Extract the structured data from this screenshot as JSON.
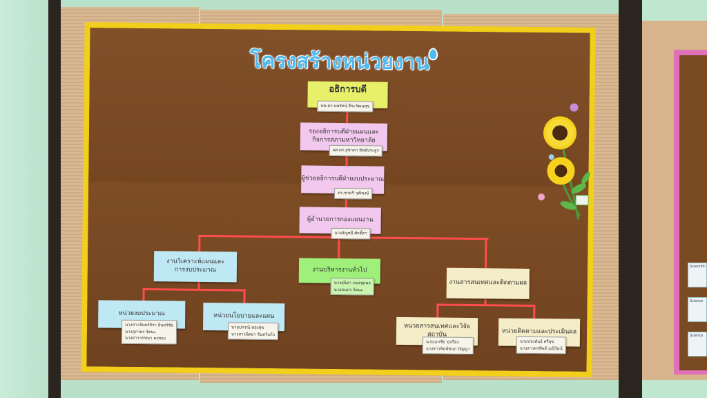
{
  "board": {
    "title": "โครงสร้างหน่วยงาน",
    "colors": {
      "frame": "#f2cf1b",
      "background": "#7a4a23",
      "lines": "#ff4d4d",
      "title": "#4fb8f0"
    },
    "decoration": "sunflower-icon",
    "nodes": {
      "director": {
        "label": "อธิการบดี",
        "names": [
          "นพ.ดร.นพรัตน์ ธีระวัฒนสุข"
        ],
        "color": "#e8f06a"
      },
      "vp": {
        "label": "รองอธิการบดีฝ่ายแผนและกิจการสภามหาวิทยาลัย",
        "names": [
          "ผศ.ดร.สุชาดา ทิพย์ประยูร"
        ],
        "color": "#f2c8ee"
      },
      "asst": {
        "label": "ผู้ช่วยอธิการบดีฝ่ายงบประมาณ",
        "names": [
          "ดร.ชาตรี วุฒิพงษ์"
        ],
        "color": "#f2c8ee"
      },
      "head": {
        "label": "ผู้อำนวยการกองแผนงาน",
        "names": [
          "นางอัญชลี ศักดิ์ดา"
        ],
        "color": "#f2c8ee"
      },
      "left": {
        "label": "งานวิเคราะห์แผนและการงบประมาณ",
        "color": "#bfe8f5"
      },
      "middle": {
        "label": "งานบริหารงานทั่วไป",
        "names": [
          "นางสุนิสา ทองชุมพล",
          "นายธนกร รัตนะ"
        ],
        "color": "#9ef07a"
      },
      "right": {
        "label": "งานสารสนเทศและติดตามผล",
        "color": "#f5ecc8"
      },
      "ll": {
        "label": "หน่วยงบประมาณ",
        "names": [
          "นางสาวจันทร์จิรา อินทร์ชัย",
          "นางสุภาพร รัตนะ",
          "นางสาววรรณา คงทอง"
        ],
        "color": "#bfe8f5"
      },
      "lr": {
        "label": "หน่วยนโยบายและแผน",
        "names": [
          "นายปกรณ์ ทองสุข",
          "นางสาวนิตยา จันทร์แก้ว"
        ],
        "color": "#bfe8f5"
      },
      "rl": {
        "label": "หน่วยสารสนเทศและวิจัยสถาบัน",
        "names": [
          "นายเอกชัย รุ่งเรือง",
          "นางสาวพิมพ์ชนก ปัญญา"
        ],
        "color": "#f5ecc8"
      },
      "rr": {
        "label": "หน่วยติดตามและประเมินผล",
        "names": [
          "นายประพันธ์ ศรีสุข",
          "นางสาวพรทิพย์ มณีรัตน์"
        ],
        "color": "#f5ecc8"
      }
    }
  },
  "side_board": {
    "cards": [
      "Scientific",
      "Science",
      "Science"
    ]
  }
}
